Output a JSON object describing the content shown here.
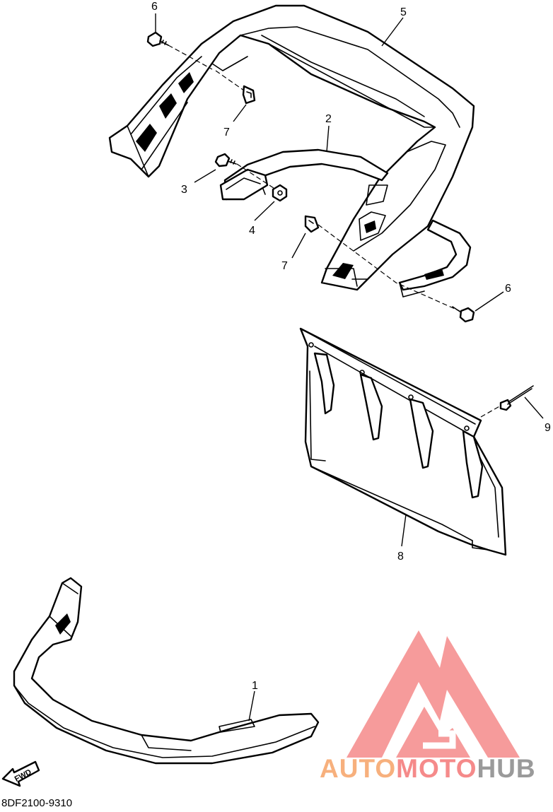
{
  "diagram": {
    "drawing_code": "8DF2100-9310",
    "fwd_label": "FWD",
    "callouts": {
      "c1": "1",
      "c2": "2",
      "c3": "3",
      "c4": "4",
      "c5": "5",
      "c6a": "6",
      "c6b": "6",
      "c7a": "7",
      "c7b": "7",
      "c8": "8",
      "c9": "9"
    }
  },
  "watermark": {
    "part1": "AUTO",
    "part2": "MOTO",
    "part3": "HUB",
    "colors": {
      "auto": "#f7b07d",
      "moto": "#f58a8a",
      "hub": "#9a9a9a",
      "logo": "#f58a8a"
    }
  }
}
